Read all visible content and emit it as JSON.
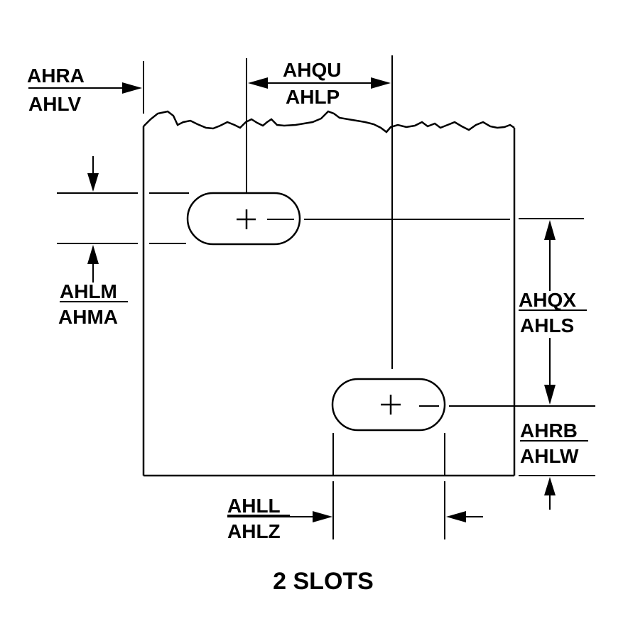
{
  "labels": {
    "top_left": {
      "upper": "AHRA",
      "lower": "AHLV"
    },
    "top_center": {
      "upper": "AHQU",
      "lower": "AHLP"
    },
    "left_middle": {
      "upper": "AHLM",
      "lower": "AHMA"
    },
    "right_middle": {
      "upper": "AHQX",
      "lower": "AHLS"
    },
    "right_lower": {
      "upper": "AHRB",
      "lower": "AHLW"
    },
    "bottom": {
      "upper": "AHLL",
      "lower": "AHLZ"
    }
  },
  "caption": "2 SLOTS"
}
